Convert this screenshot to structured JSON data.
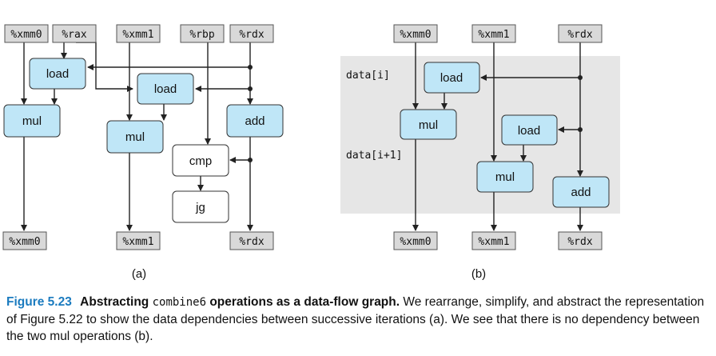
{
  "diagram_a": {
    "sub_label": "(a)",
    "top_registers": [
      "%xmm0",
      "%rax",
      "%xmm1",
      "%rbp",
      "%rdx"
    ],
    "bottom_registers": [
      "%xmm0",
      "%xmm1",
      "%rdx"
    ],
    "ops": {
      "load1": "load",
      "load2": "load",
      "mul1": "mul",
      "mul2": "mul",
      "add": "add",
      "cmp": "cmp",
      "jg": "jg"
    }
  },
  "diagram_b": {
    "sub_label": "(b)",
    "top_registers": [
      "%xmm0",
      "%xmm1",
      "%rdx"
    ],
    "bottom_registers": [
      "%xmm0",
      "%xmm1",
      "%rdx"
    ],
    "data_i_label": "data[i]",
    "data_i1_label": "data[i+1]",
    "ops": {
      "load1": "load",
      "load2": "load",
      "mul1": "mul",
      "mul2": "mul",
      "add": "add"
    }
  },
  "caption": {
    "figure_number": "Figure 5.23",
    "title_before_code": "Abstracting",
    "title_code": "combine6",
    "title_after_code": "operations as a data-flow graph.",
    "body": "We rearrange, simplify, and abstract the representation of Figure 5.22 to show the data dependencies between successive iterations (a). We see that there is no dependency between the two mul operations (b)."
  },
  "colors": {
    "op_fill": "#bfe6f7",
    "register_fill": "#d9d9d9",
    "shaded_region": "#e6e6e6",
    "figure_number": "#1b7bbf"
  }
}
